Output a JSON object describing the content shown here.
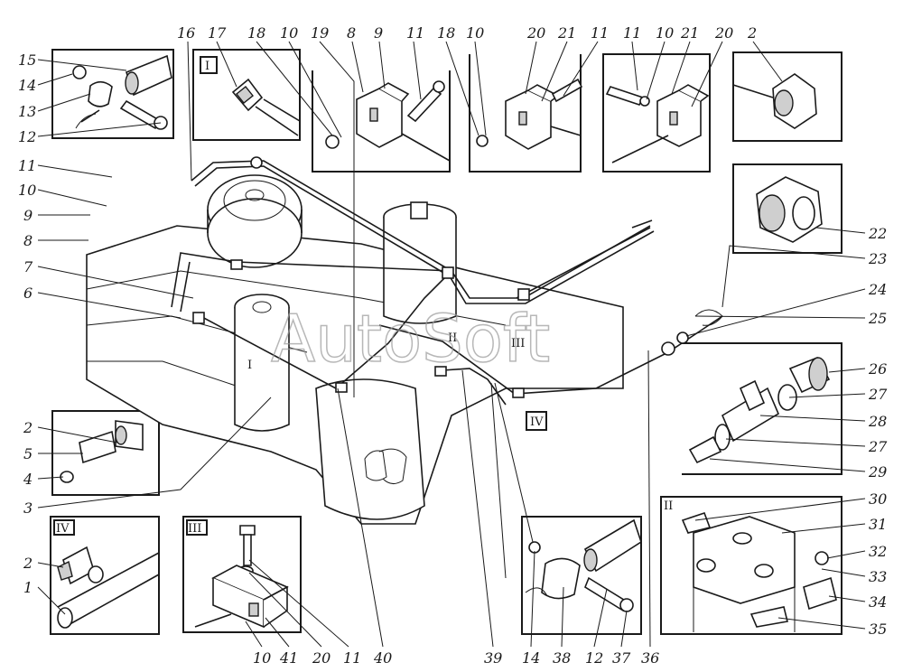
{
  "watermark": "AutoSoft",
  "callouts": {
    "left": [
      "15",
      "14",
      "13",
      "12",
      "11",
      "10",
      "9",
      "8",
      "7",
      "6",
      "2",
      "5",
      "4",
      "3",
      "2",
      "1"
    ],
    "top": [
      "16",
      "17",
      "18",
      "10",
      "19",
      "8",
      "9",
      "11",
      "18",
      "10",
      "20",
      "21",
      "11",
      "11",
      "10",
      "21",
      "20",
      "2"
    ],
    "right": [
      "22",
      "23",
      "24",
      "25",
      "26",
      "27",
      "28",
      "27",
      "29",
      "30",
      "31",
      "32",
      "33",
      "34",
      "35"
    ],
    "bottom": [
      "10",
      "41",
      "20",
      "11",
      "40",
      "39",
      "14",
      "38",
      "12",
      "37",
      "36"
    ]
  },
  "views": {
    "I": "I",
    "II": "II",
    "III": "III",
    "IV": "IV"
  }
}
